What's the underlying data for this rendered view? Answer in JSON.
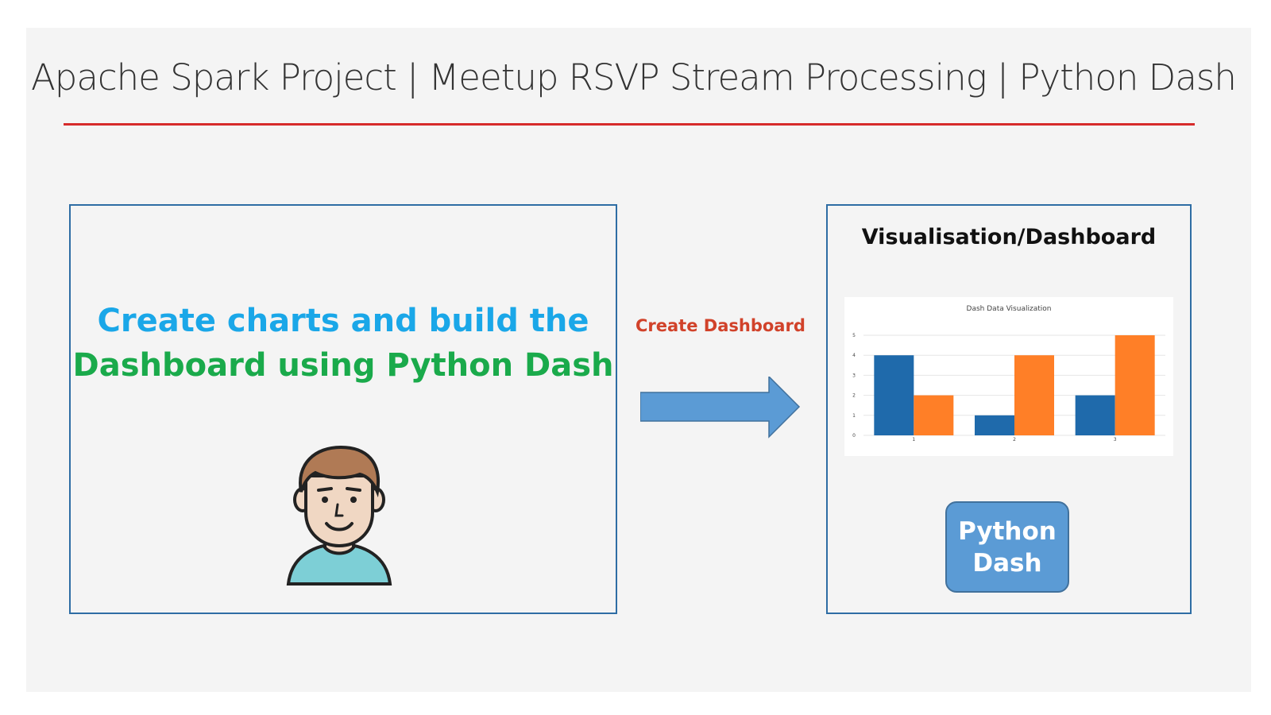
{
  "page": {
    "title": "Apache Spark Project | Meetup RSVP Stream Processing | Python Dash",
    "accent_color": "#d62b2b"
  },
  "left_panel": {
    "headline_line1": "Create charts and build the",
    "headline_line2": "Dashboard using Python Dash",
    "line1_color": "#1aa7e8",
    "line2_color": "#1aaa4b",
    "avatar_icon": "user-avatar-icon"
  },
  "arrow": {
    "label": "Create Dashboard",
    "label_color": "#d1422a",
    "fill_color": "#5b9bd5",
    "icon": "right-arrow-icon"
  },
  "right_panel": {
    "title": "Visualisation/Dashboard",
    "button_line1": "Python",
    "button_line2": "Dash",
    "button_color": "#5b9bd5"
  },
  "chart_data": {
    "type": "bar",
    "title": "Dash Data Visualization",
    "categories": [
      "1",
      "2",
      "3"
    ],
    "series": [
      {
        "values": [
          4,
          1,
          2
        ],
        "color": "#1f6aab"
      },
      {
        "values": [
          2,
          4,
          5
        ],
        "color": "#ff7f27"
      }
    ],
    "yticks": [
      "0",
      "1",
      "2",
      "3",
      "4",
      "5"
    ],
    "ylim": [
      0,
      5
    ],
    "xlabel": "",
    "ylabel": "",
    "grid": true
  }
}
